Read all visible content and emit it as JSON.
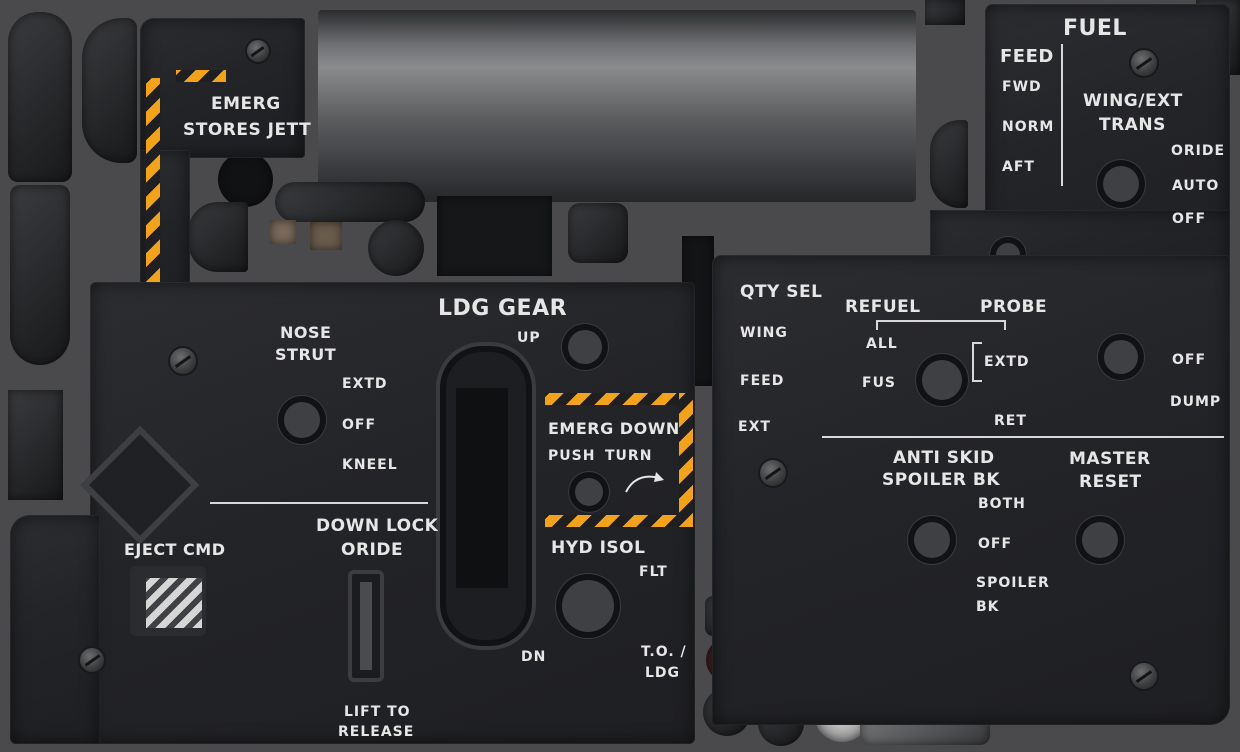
{
  "stores_jett": {
    "line1": "EMERG",
    "line2": "STORES JETT"
  },
  "ldg_gear": {
    "title": "LDG GEAR",
    "up": "UP",
    "dn": "DN",
    "nose_strut": {
      "line1": "NOSE",
      "line2": "STRUT",
      "extd": "EXTD",
      "off": "OFF",
      "kneel": "KNEEL"
    },
    "emerg_down": {
      "title": "EMERG DOWN",
      "push": "PUSH",
      "turn": "TURN"
    },
    "hyd_isol": {
      "title": "HYD ISOL",
      "flt": "FLT",
      "to_ldg_1": "T.O. /",
      "to_ldg_2": "LDG"
    },
    "down_lock": {
      "line1": "DOWN LOCK",
      "line2": "ORIDE",
      "lift1": "LIFT TO",
      "lift2": "RELEASE"
    },
    "eject_cmd": "EJECT CMD"
  },
  "fuel": {
    "title": "FUEL",
    "feed": {
      "title": "FEED",
      "fwd": "FWD",
      "norm": "NORM",
      "aft": "AFT"
    },
    "wing_ext": {
      "line1": "WING/EXT",
      "line2": "TRANS",
      "oride": "ORIDE",
      "auto": "AUTO",
      "off": "OFF"
    },
    "qty_sel": {
      "title": "QTY SEL",
      "wing": "WING",
      "feed": "FEED",
      "ext": "EXT"
    },
    "refuel_probe": {
      "refuel": "REFUEL",
      "probe": "PROBE",
      "all": "ALL",
      "fus": "FUS",
      "extd": "EXTD",
      "ret": "RET"
    },
    "dump": {
      "off": "OFF",
      "dump": "DUMP"
    },
    "anti_skid": {
      "line1": "ANTI SKID",
      "line2": "SPOILER BK",
      "both": "BOTH",
      "off": "OFF",
      "spoiler": "SPOILER",
      "bk": "BK"
    },
    "master_reset": {
      "line1": "MASTER",
      "line2": "RESET"
    }
  },
  "colors": {
    "hazard": "#f2a21b",
    "panel": "#25262a",
    "legend": "#e6e6e6",
    "background": "#4a4a4c"
  }
}
